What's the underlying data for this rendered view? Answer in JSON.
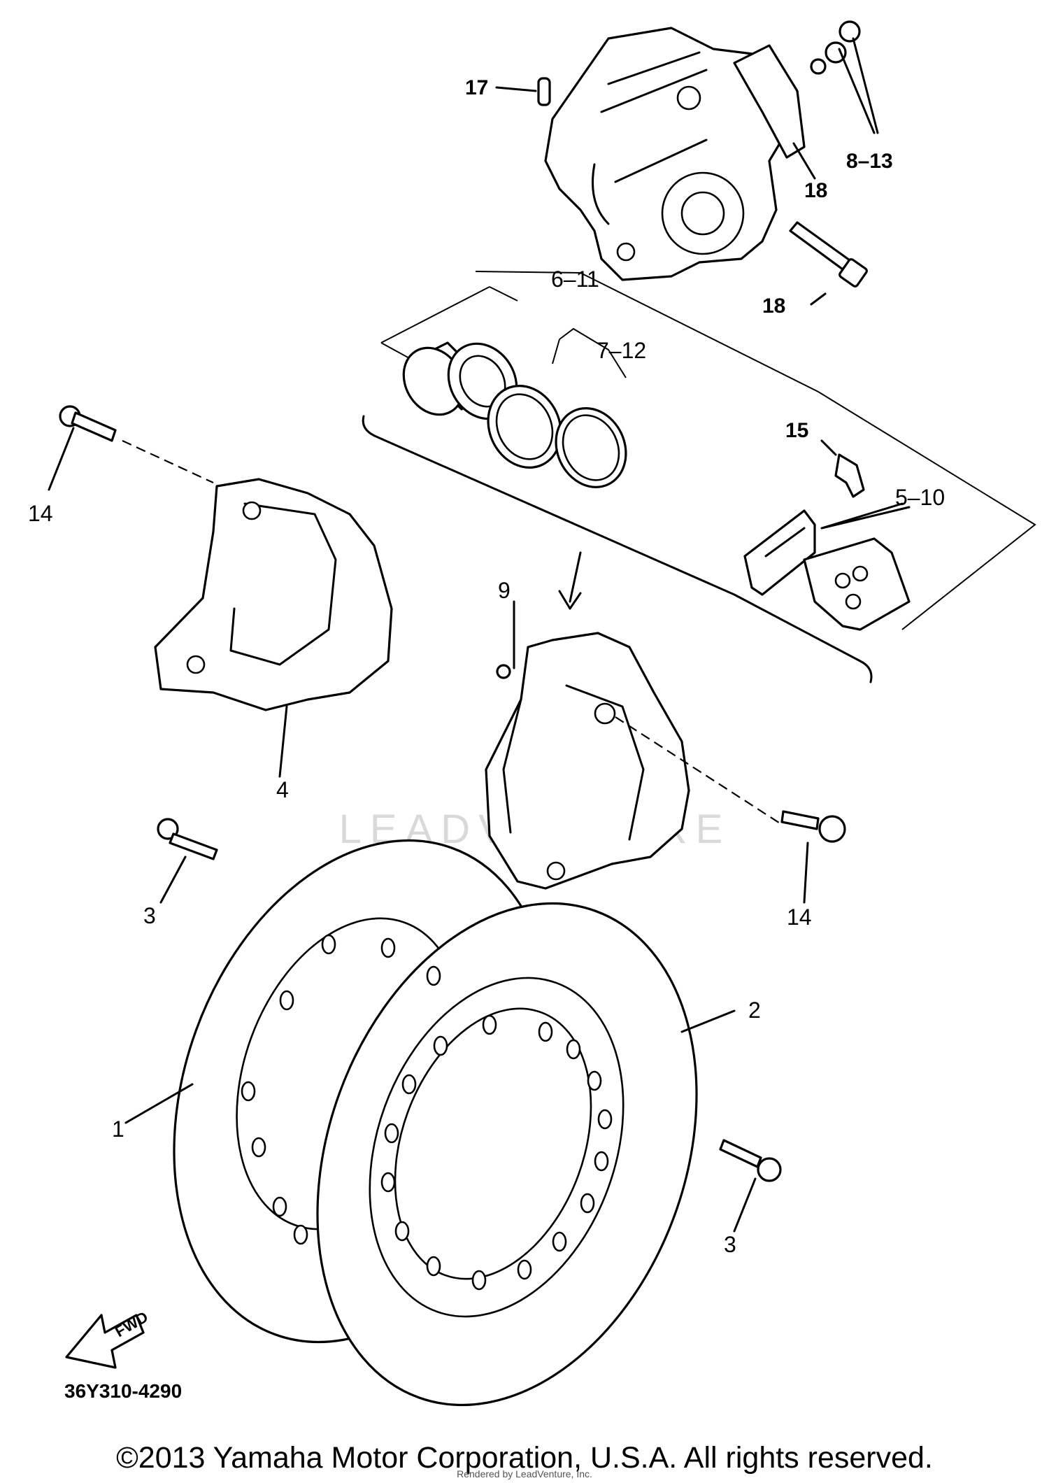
{
  "callouts": {
    "c17": "17",
    "c8_13": "8–13",
    "c18a": "18",
    "c18b": "18",
    "c6_11": "6–11",
    "c7_12": "7–12",
    "c15": "15",
    "c5_10": "5–10",
    "c14a": "14",
    "c9": "9",
    "c4": "4",
    "c14b": "14",
    "c3a": "3",
    "c2": "2",
    "c1": "1",
    "c3b": "3"
  },
  "fwd_label": "FWD",
  "drawing_number": "36Y310-4290",
  "watermark": "LEADVENTURE",
  "copyright": "©2013 Yamaha Motor Corporation, U.S.A. All rights reserved.",
  "rendered_by": "Rendered by LeadVenture, Inc."
}
